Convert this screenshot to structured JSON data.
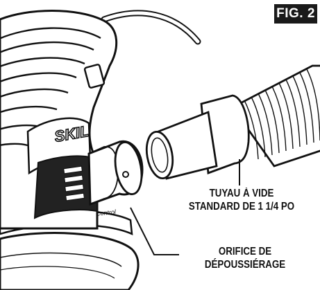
{
  "figure": {
    "badge": "FIG. 2"
  },
  "callouts": {
    "hose_line1": "TUYAU À VIDE",
    "hose_line2": "STANDARD DE 1 1/4 PO",
    "port_line1": "ORIFICE DE",
    "port_line2": "DÉPOUSSIÉRAGE"
  },
  "tool": {
    "brand_logo": "SKIL",
    "band_text": "Pressure Control"
  },
  "colors": {
    "ink": "#111111",
    "badge_bg": "#1a1a1a",
    "paper": "#ffffff"
  }
}
